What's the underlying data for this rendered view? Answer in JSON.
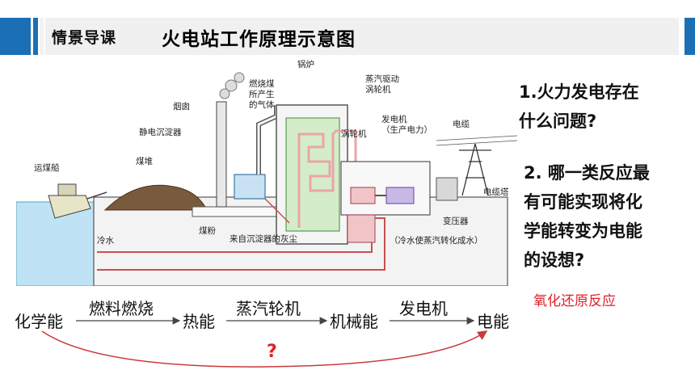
{
  "header": {
    "section_label": "情景导课",
    "title": "火电站工作原理示意图"
  },
  "diagram": {
    "labels": {
      "gas": [
        "燃烧煤",
        "所产生",
        "的气体"
      ],
      "boiler": "锅炉",
      "turbine_drive": [
        "蒸汽驱动",
        "涡轮机"
      ],
      "chimney": "烟囱",
      "esp": "静电沉淀器",
      "turbine": "涡轮机",
      "generator": [
        "发电机",
        "（生产电力）"
      ],
      "cable": "电缆",
      "coal_pile": "煤堆",
      "coal_ship": "运煤船",
      "tower": "电缆塔",
      "transformer": "变压器",
      "cold_water": "冷水",
      "coal_powder": "煤粉",
      "ash": "来自沉淀器的灰尘",
      "condense": "（冷水使蒸汽转化成水）"
    }
  },
  "questions": {
    "q1": [
      "1.火力发电存在",
      "什么问题?"
    ],
    "q2": [
      "2. 哪一类反应最",
      "有可能实现将化",
      "学能转变为电能",
      "的设想?"
    ]
  },
  "answer": "氧化还原反应",
  "flow": {
    "terms": [
      "化学能",
      "热能",
      "机械能",
      "电能"
    ],
    "steps": [
      "燃料燃烧",
      "蒸汽轮机",
      "发电机"
    ],
    "unknown": "?"
  },
  "colors": {
    "header_blue": "#1b6fb5",
    "answer_red": "#e0202a",
    "water_blue": "#bfe3f5",
    "pipe_pink": "#e8a6a8",
    "boiler_green": "#d5ecc8"
  }
}
